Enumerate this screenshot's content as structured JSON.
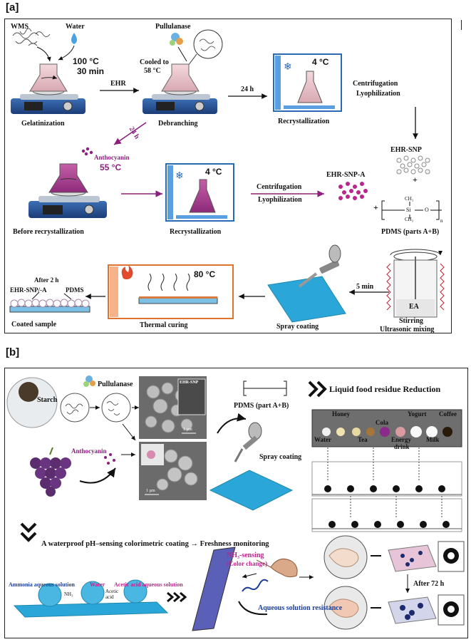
{
  "panel_a": {
    "tag": "[a]",
    "wms": "WMS",
    "water": "Water",
    "pullulanase": "Pullulanase",
    "temp_100": "100 °C",
    "time_30": "30 min",
    "cooled": "Cooled to",
    "temp_58": "58 °C",
    "ehr": "EHR",
    "h24_top": "24 h",
    "temp_4_top": "4 °C",
    "centrifugation_top": "Centrifugation",
    "lyophilization_top": "Lyophilization",
    "gelatinization": "Gelatinization",
    "debranching": "Debranching",
    "recrystallization_top": "Recrystallization",
    "h24_diag": "24 h",
    "anthocyanin": "Anthocyanin",
    "temp_55": "55 °C",
    "temp_4_mid": "4 °C",
    "ehr_snp": "EHR-SNP",
    "ehr_snp_a": "EHR-SNP-A",
    "centrifugation_mid": "Centrifugation",
    "lyophilization_mid": "Lyophilization",
    "plus1": "+",
    "plus2": "+",
    "before_recryst": "Before recrystallization",
    "recryst_mid": "Recrystallization",
    "pdms": "PDMS (parts A+B)",
    "after2h": "After 2 h",
    "ehr_snp_slash_a": "EHR-SNP/-A",
    "pdms_small": "PDMS",
    "temp_80": "80 °C",
    "min5": "5 min",
    "ea": "EA",
    "coated": "Coated sample",
    "thermal": "Thermal curing",
    "spray": "Spray coating",
    "stirring": "Stirring",
    "ultrasonic": "Ultrasonic mixing",
    "si": "Si",
    "ch3_top": "CH₃",
    "ch3_bot": "CH₃",
    "o": "O",
    "n": "n"
  },
  "panel_b": {
    "tag": "[b]",
    "starch": "Starch",
    "pullulanase": "Pullulanase",
    "anthocyanin": "Anthocyanin",
    "pdms": "PDMS (part A+B)",
    "spray": "Spray coating",
    "sem_scale1": "1 µm",
    "sem_scale2": "1 µm",
    "sem_label": "EHR-SNP",
    "liquid_title": "Liquid food residue Reduction",
    "honey": "Honey",
    "cola": "Cola",
    "yogurt": "Yogurt",
    "coffee": "Coffee",
    "water": "Water",
    "tea": "Tea",
    "energy": "Energy",
    "drink": "drink",
    "milk": "Milk",
    "waterproof_title": "A waterproof pH–sensing colorimetric coating → Freshness monitoring",
    "ammonia": "Ammonia aqueous solution",
    "water_b": "Water",
    "acetic": "Acetic acid aqueous solution",
    "nh3": "NH₃",
    "acetic_small": "Acetic acid",
    "nh3_sensing": "NH₃-sensing",
    "color_change": "(Color change)",
    "aq_resist": "Aqueous solution resistance",
    "after72": "After 72 h"
  },
  "colors": {
    "purple": "#8b1e7e",
    "pink": "#b8268c",
    "blue_slide": "#2aa7d8",
    "border": "#222222"
  }
}
